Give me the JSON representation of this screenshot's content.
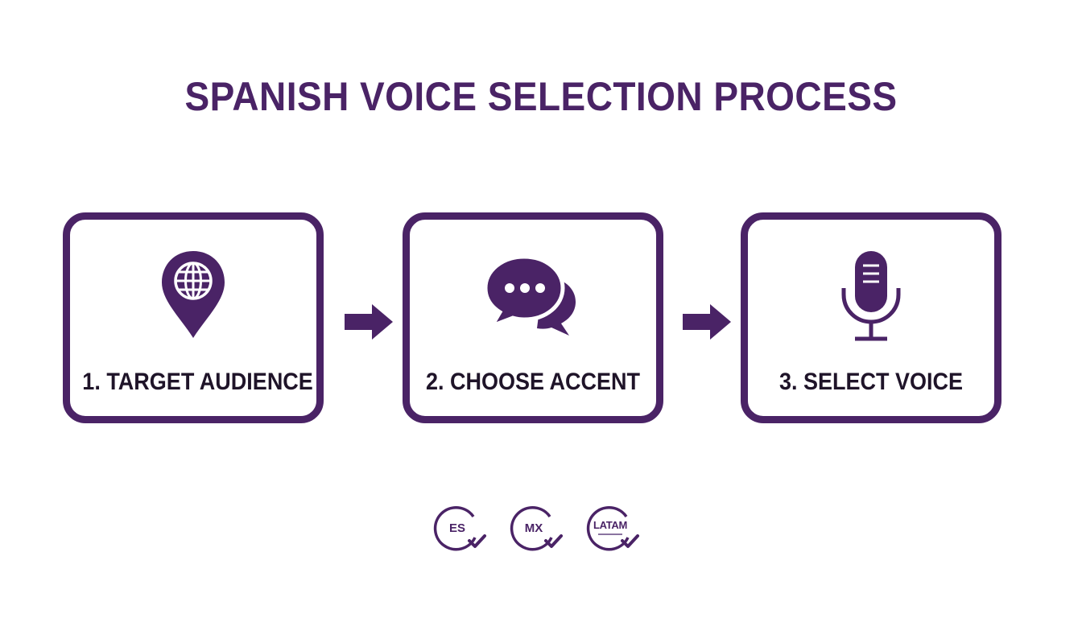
{
  "title": "SPANISH VOICE SELECTION PROCESS",
  "colors": {
    "primary": "#4a2366",
    "text": "#1f1429",
    "background": "#ffffff"
  },
  "steps": [
    {
      "label": "1. TARGET AUDIENCE",
      "icon": "globe-location-pin-icon"
    },
    {
      "label": "2. CHOOSE ACCENT",
      "icon": "chat-bubbles-icon"
    },
    {
      "label": "3. SELECT VOICE",
      "icon": "microphone-icon"
    }
  ],
  "badges": [
    {
      "label": "ES",
      "icon": "check-icon"
    },
    {
      "label": "MX",
      "icon": "check-icon"
    },
    {
      "label": "LATAM",
      "icon": "check-icon"
    }
  ]
}
